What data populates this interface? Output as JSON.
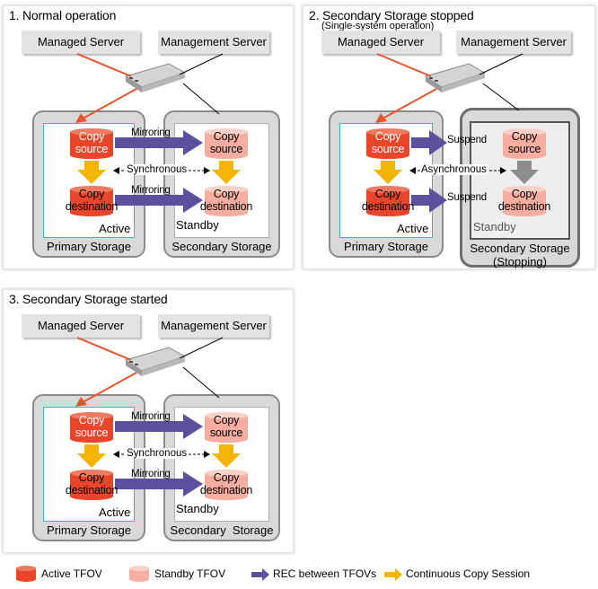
{
  "panels": [
    {
      "title": "1. Normal operation",
      "subtitle": "",
      "managed_server": "Managed Server",
      "management_server": "Management Server",
      "primary": {
        "label": "Primary Storage",
        "status": "Active",
        "source_line1": "Copy",
        "source_line2": "source",
        "dest_line1": "Copy",
        "dest_line2": "destination"
      },
      "secondary": {
        "label": "Secondary Storage",
        "label_line2": "",
        "status": "Standby",
        "source_line1": "Copy",
        "source_line2": "source",
        "dest_line1": "Copy",
        "dest_line2": "destination"
      },
      "link_top": "Mirroring",
      "link_bottom": "Mirroring",
      "sync": "Synchronous"
    },
    {
      "title": "2. Secondary Storage stopped",
      "subtitle": "(Single-system operation)",
      "managed_server": "Managed Server",
      "management_server": "Management Server",
      "primary": {
        "label": "Primary Storage",
        "status": "Active",
        "source_line1": "Copy",
        "source_line2": "source",
        "dest_line1": "Copy",
        "dest_line2": "destination"
      },
      "secondary": {
        "label": "Secondary Storage",
        "label_line2": "(Stopping)",
        "status": "Standby",
        "source_line1": "Copy",
        "source_line2": "source",
        "dest_line1": "Copy",
        "dest_line2": "destination"
      },
      "link_top": "Suspend",
      "link_bottom": "Suspend",
      "sync": "Asynchronous"
    },
    {
      "title": "3. Secondary Storage started",
      "subtitle": "",
      "managed_server": "Managed Server",
      "management_server": "Management Server",
      "primary": {
        "label": "Primary Storage",
        "status": "Active",
        "source_line1": "Copy",
        "source_line2": "source",
        "dest_line1": "Copy",
        "dest_line2": "destination"
      },
      "secondary": {
        "label": "Secondary  Storage",
        "label_line2": "",
        "status": "Standby",
        "source_line1": "Copy",
        "source_line2": "source",
        "dest_line1": "Copy",
        "dest_line2": "destination"
      },
      "link_top": "Mirroring",
      "link_bottom": "Mirroring",
      "sync": "Synchronous"
    }
  ],
  "legend": {
    "active": "Active TFOV",
    "standby": "Standby TFOV",
    "rec": "REC between TFOVs",
    "session": "Continuous Copy Session"
  },
  "colors": {
    "active_disk": "#e8452a",
    "standby_disk": "#f7aea0",
    "rec_arrow": "#5b4f9e",
    "session_arrow": "#f5b400",
    "stopped_arrow": "#8c8c8c",
    "server_link": "#e8542c"
  }
}
